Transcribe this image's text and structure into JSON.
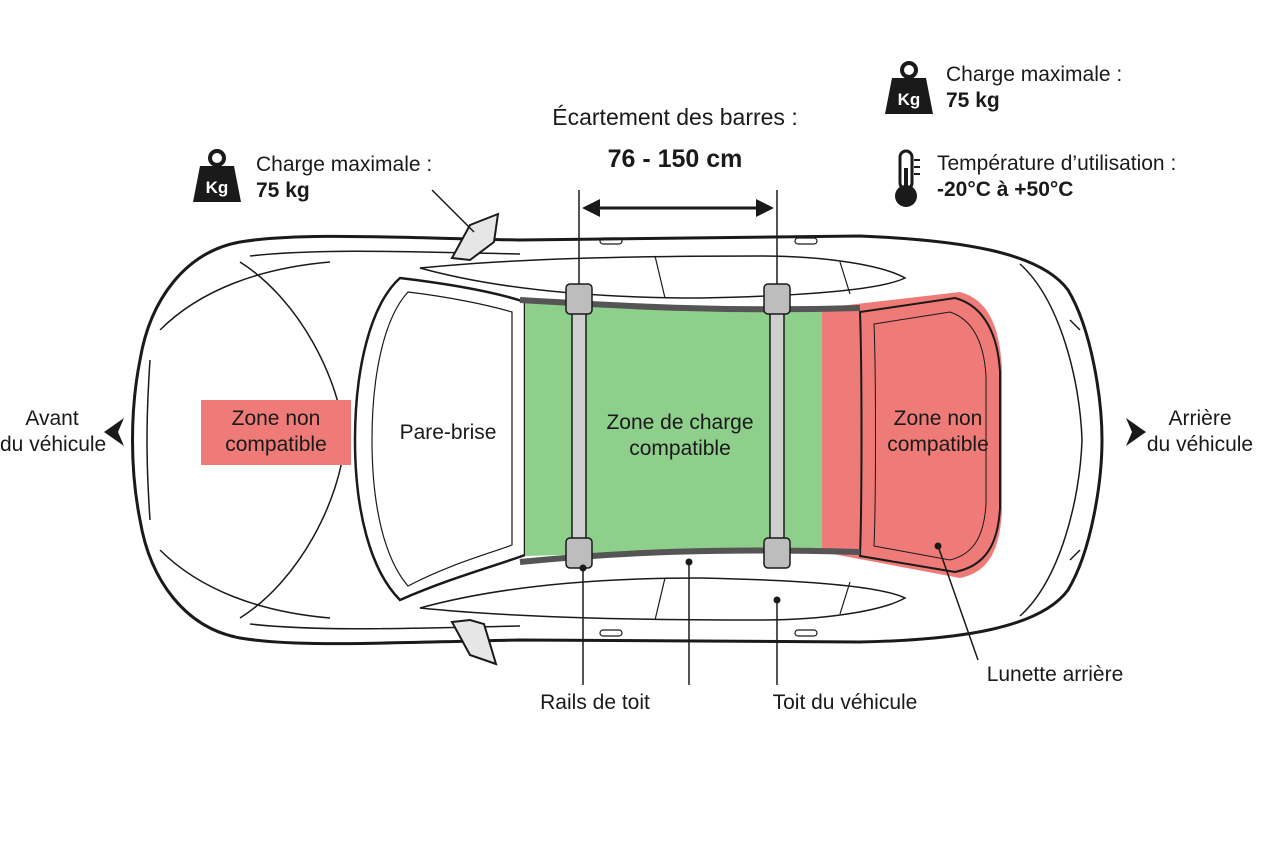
{
  "spacing": {
    "title": "Écartement des barres :",
    "value": "76 - 150 cm"
  },
  "load_left": {
    "title": "Charge maximale :",
    "value": "75 kg",
    "icon": "weight-kg-icon",
    "icon_text": "Kg"
  },
  "load_right": {
    "title": "Charge maximale :",
    "value": "75 kg",
    "icon": "weight-kg-icon",
    "icon_text": "Kg"
  },
  "temperature": {
    "title": "Température d’utilisation :",
    "value": "-20°C à +50°C",
    "icon": "thermometer-icon"
  },
  "front": {
    "line1": "Avant",
    "line2": "du véhicule"
  },
  "rear": {
    "line1": "Arrière",
    "line2": "du véhicule"
  },
  "zones": {
    "hood": {
      "line1": "Zone non",
      "line2": "compatible"
    },
    "load": {
      "line1": "Zone de charge",
      "line2": "compatible"
    },
    "rear_window": {
      "line1": "Zone non",
      "line2": "compatible"
    }
  },
  "labels": {
    "windshield": "Pare-brise",
    "roof_rails": "Rails de toit",
    "vehicle_roof": "Toit du véhicule",
    "rear_window": "Lunette arrière"
  },
  "colors": {
    "compatible": "#8ecf8b",
    "incompatible": "#ee7b78",
    "outline": "#1a1a1a"
  }
}
